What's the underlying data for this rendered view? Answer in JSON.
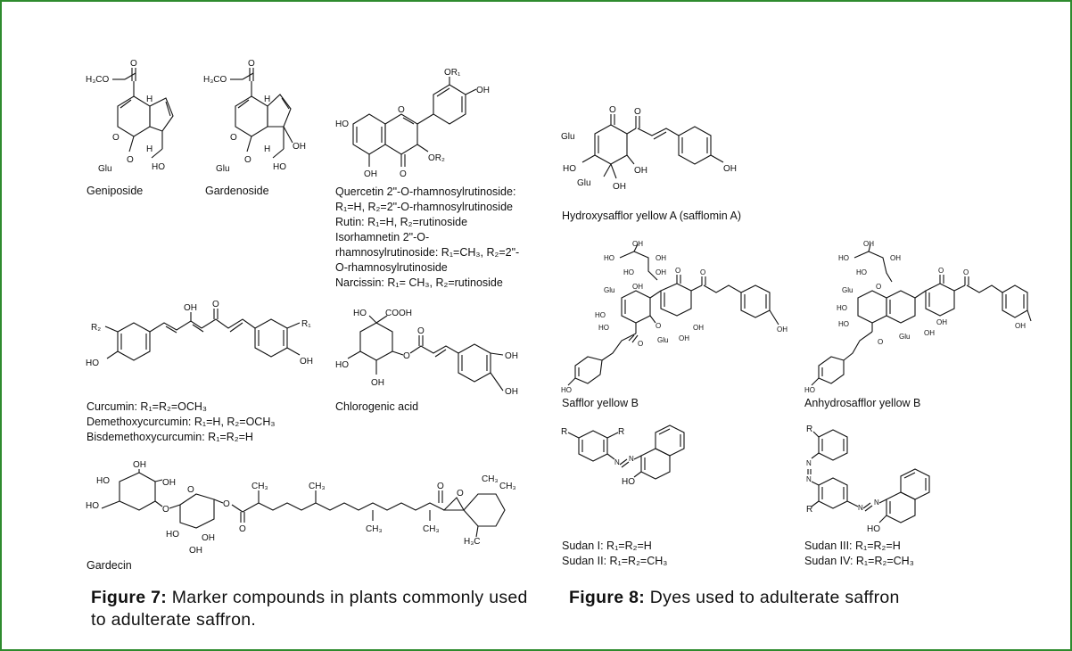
{
  "figure7": {
    "labels": {
      "geniposide": "Geniposide",
      "gardenoside": "Gardenoside",
      "quercetin": [
        "Quercetin 2\"-O-rhamnosylrutinoside:",
        "R₁=H, R₂=2\"-O-rhamnosylrutinoside",
        "Rutin: R₁=H, R₂=rutinoside",
        "Isorhamnetin 2\"-O-",
        "rhamnosylrutinoside: R₁=CH₃, R₂=2\"-",
        "O-rhamnosylrutinoside",
        "Narcissin: R₁= CH₃, R₂=rutinoside"
      ],
      "curcumin": [
        "Curcumin: R₁=R₂=OCH₃",
        "Demethoxycurcumin: R₁=H, R₂=OCH₃",
        "Bisdemethoxycurcumin: R₁=R₂=H"
      ],
      "chlorogenic": "Chlorogenic acid",
      "gardecin": "Gardecin"
    },
    "caption_bold": "Figure 7:",
    "caption_text": " Marker compounds in plants commonly used to adulterate saffron."
  },
  "figure8": {
    "labels": {
      "hsya": "Hydroxysafflor yellow A (safflomin A)",
      "safflor_b": "Safflor yellow B",
      "anhydro": "Anhydrosafflor yellow B",
      "sudan12": [
        "Sudan I: R₁=R₂=H",
        "Sudan II: R₁=R₂=CH₃"
      ],
      "sudan34": [
        "Sudan III: R₁=R₂=H",
        "Sudan IV: R₁=R₂=CH₃"
      ]
    },
    "caption_bold": "Figure 8:",
    "caption_text": " Dyes used to adulterate saffron"
  },
  "atoms": {
    "h3co": "H₃CO",
    "o": "O",
    "h": "H",
    "oh": "OH",
    "ho": "HO",
    "glu": "Glu",
    "or1": "OR₁",
    "or2": "OR₂",
    "r": "R",
    "r1": "R₁",
    "r2": "R₂",
    "cooh": "COOH",
    "n": "N",
    "ch3": "CH₃",
    "h3c": "H₃C"
  },
  "colors": {
    "frame": "#2e8b2e",
    "ink": "#111111"
  }
}
